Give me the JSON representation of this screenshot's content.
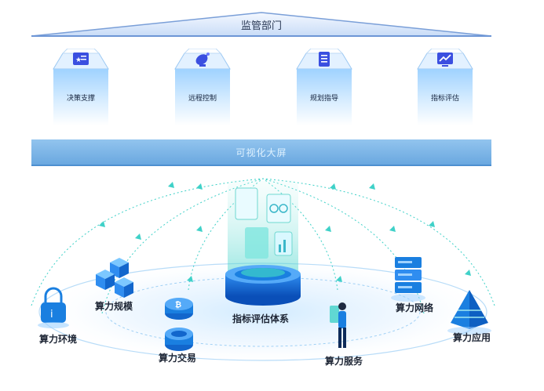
{
  "top": {
    "title": "监管部门"
  },
  "pillars": [
    {
      "label": "决策支撑",
      "icon": "decision-card-icon"
    },
    {
      "label": "远程控制",
      "icon": "satellite-dish-icon"
    },
    {
      "label": "规划指导",
      "icon": "document-list-icon"
    },
    {
      "label": "指标评估",
      "icon": "trend-chart-icon"
    }
  ],
  "banner": {
    "title": "可视化大屏"
  },
  "center": {
    "label": "指标评估体系"
  },
  "nodes": [
    {
      "label": "算力规模",
      "icon": "server-cubes-icon"
    },
    {
      "label": "算力环境",
      "icon": "lock-info-icon"
    },
    {
      "label": "算力交易",
      "icon": "bitcoin-coin-icon"
    },
    {
      "label": "算力服务",
      "icon": "person-screen-icon"
    },
    {
      "label": "算力网络",
      "icon": "server-rack-icon"
    },
    {
      "label": "算力应用",
      "icon": "pyramid-icon"
    }
  ],
  "colors": {
    "accent": "#1a7fe0",
    "light": "#9fd2ff",
    "dashed": "#3fd1c8",
    "banner": "#7fb6e8"
  }
}
